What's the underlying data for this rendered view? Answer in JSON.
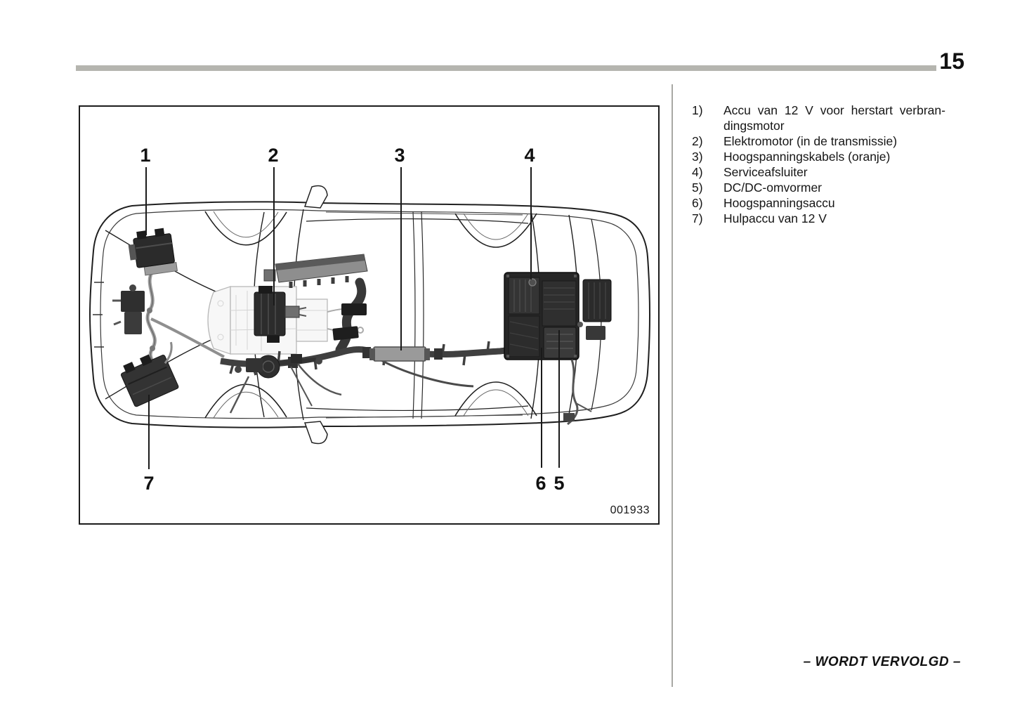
{
  "page": {
    "number": "15",
    "footer_continued": "– WORDT VERVOLGD –"
  },
  "figure": {
    "code": "001933",
    "callouts": [
      "1",
      "2",
      "3",
      "4",
      "5",
      "6",
      "7"
    ]
  },
  "legend": {
    "items": [
      {
        "num": "1)",
        "lines": [
          "Accu van 12 V voor herstart verbran-",
          "dingsmotor"
        ]
      },
      {
        "num": "2)",
        "lines": [
          "Elektromotor (in de transmissie)"
        ]
      },
      {
        "num": "3)",
        "lines": [
          "Hoogspanningskabels (oranje)"
        ]
      },
      {
        "num": "4)",
        "lines": [
          "Serviceafsluiter"
        ]
      },
      {
        "num": "5)",
        "lines": [
          "DC/DC-omvormer"
        ]
      },
      {
        "num": "6)",
        "lines": [
          "Hoogspanningsaccu"
        ]
      },
      {
        "num": "7)",
        "lines": [
          "Hulpaccu van 12 V"
        ]
      }
    ]
  },
  "colors": {
    "rule_gray": "#b5b5af",
    "divider_gray": "#a8a8a4",
    "ink": "#1a1a1a"
  }
}
